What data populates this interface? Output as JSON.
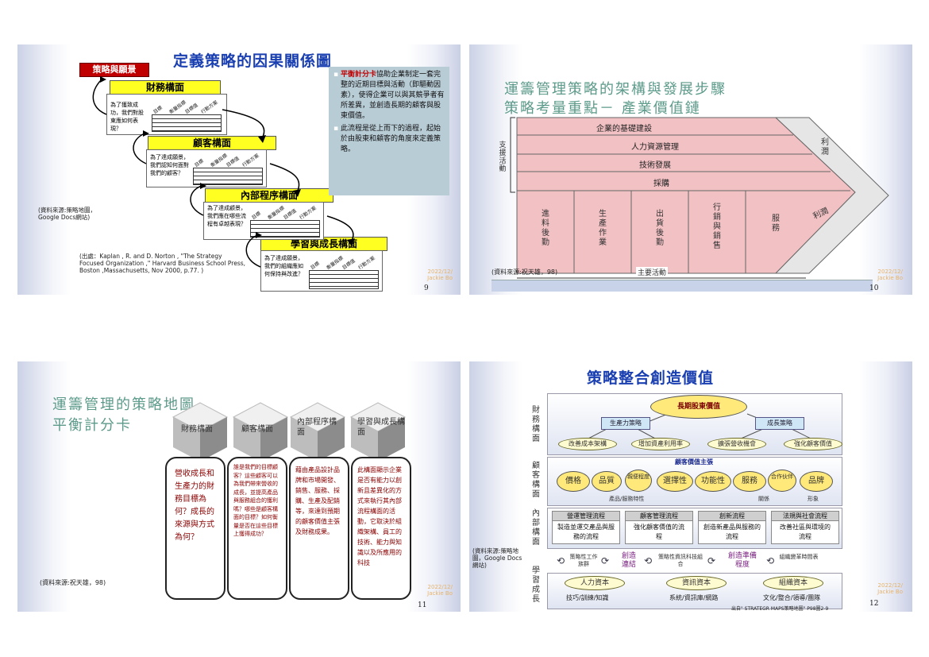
{
  "slide1": {
    "title": "定義策略的因果關係圖",
    "tag": "策略與願景",
    "levels": [
      {
        "title": "財務構面",
        "question": "為了獲致成功，我們對股東應如何表現？"
      },
      {
        "title": "顧客構面",
        "question": "為了達成願景，我們認知何面對我們的顧客？"
      },
      {
        "title": "內部程序構面",
        "question": "為了達成顧景，我們應在哪些流程有卓越表現？"
      },
      {
        "title": "學習與成長構面",
        "question": "為了達成願景，我們的組織應如何保持與改進？"
      }
    ],
    "table_headers": [
      "目標",
      "衡量指標",
      "目標值",
      "行動方案"
    ],
    "note_highlight": "平衡計分卡",
    "note_1": "協助企業制定一套完整的近期目標與活動（即驅動因素），使得企業可以與其競爭者有所差異，並創造長期的顧客與股東價值。",
    "note_2": "此流程是從上而下的過程，起始於由股東和顧客的角度來定義策略。",
    "source_1": "(資料來源:策略地圖，Google Docs網站)",
    "source_2": "(出處：Kaplan , R. and D. Norton , \"The Strategy Focused Organization ,\" Harvard Business School Press, Boston ,Massachusetts, Nov 2000, p.77. )",
    "date": "2022/12/ Jackie Bo",
    "page": "9"
  },
  "slide2": {
    "title_1": "運籌管理策略的架構與發展步驟",
    "title_2": "策略考量重點－ 產業價值鏈",
    "support_label": "支援活動",
    "support_rows": [
      "企業的基礎建設",
      "人力資源管理",
      "技術發展",
      "採購"
    ],
    "primary": [
      "進料後勤",
      "生產作業",
      "出貨後勤",
      "行銷與銷售",
      "服務"
    ],
    "primary_label": "主要活動",
    "margin_top": "利潤",
    "margin_bottom": "利潤",
    "source": "(資料來源:祝天雄，98)",
    "date": "2022/12/ Jackie Bo",
    "page": "10"
  },
  "slide3": {
    "title_1": "運籌管理的策略地圖",
    "title_2": "平衡計分卡",
    "cubes": [
      "財務構面",
      "顧客構面",
      "內部程序構面",
      "學習與成長構面"
    ],
    "boxes": [
      "營收成長和生產力的財務目標為何？成長的來源與方式為何？",
      "誰是我們的目標顧客？這些顧客可以為我們帶來營收的成長，並提高產品與服務組合的獲利嗎？哪些是顧客構面的目標？如何衡量是否在這些目標上獲得成功？",
      "藉由產品設計品牌和市場開發、銷售、服務、採購、生產及配銷等，來達到預期的顧客價值主張及財務成果。",
      "此構面顯示企業是否有能力以創新且差異化的方式來執行其內部流程構面的活動，它取決於組織架構、員工的技術、能力與知識以及所應用的科技"
    ],
    "source": "(資料來源:祝天雄，98)",
    "date": "2022/12/ Jackie Bo",
    "page": "11"
  },
  "slide4": {
    "title": "策略整合創造價值",
    "labels": [
      "財務構面",
      "顧客構面",
      "內部構面",
      "學習成長"
    ],
    "top": "長期股東價值",
    "mid": [
      "生產力策略",
      "成長策略"
    ],
    "fin": [
      "改善成本架構",
      "增加資產利用率",
      "擴張營收機會",
      "強化顧客價值"
    ],
    "cust_title": "顧客價值主張",
    "cust": [
      "價格",
      "品質",
      "親便程度",
      "選擇性",
      "功能性",
      "服務",
      "合作伙伴",
      "品牌"
    ],
    "cust_sub": [
      "產品/服務特性",
      "關係",
      "形象"
    ],
    "proc": [
      {
        "h": "營運管理流程",
        "t": "製造並運交產品與服務的流程"
      },
      {
        "h": "顧客管理流程",
        "t": "強化顧客價值的流程"
      },
      {
        "h": "創新流程",
        "t": "創造新產品與服務的流程"
      },
      {
        "h": "法規與社會流程",
        "t": "改善社區與環境的流程"
      }
    ],
    "align": [
      "策略性工作族群",
      "創造連結",
      "策略性資訊科技組合",
      "創造準備程度",
      "組織變革時間表"
    ],
    "learn": [
      {
        "h": "人力資本",
        "t": "技巧/訓練/知識"
      },
      {
        "h": "資訊資本",
        "t": "系統/資訊庫/網路"
      },
      {
        "h": "組織資本",
        "t": "文化/整合/領導/團隊"
      }
    ],
    "source": "(資料來源:策略地圖，Google Docs網站)",
    "footnote": "出自\" STRATEGR MAPS策略地圖\" P98圖2-9",
    "date": "2022/12/ Jackie Bo",
    "page": "12"
  },
  "colors": {
    "accent_red": "#cc0000",
    "title_blue": "#1a3fb0",
    "title_teal": "#5c9a8a",
    "yellow": "#ffff22"
  }
}
